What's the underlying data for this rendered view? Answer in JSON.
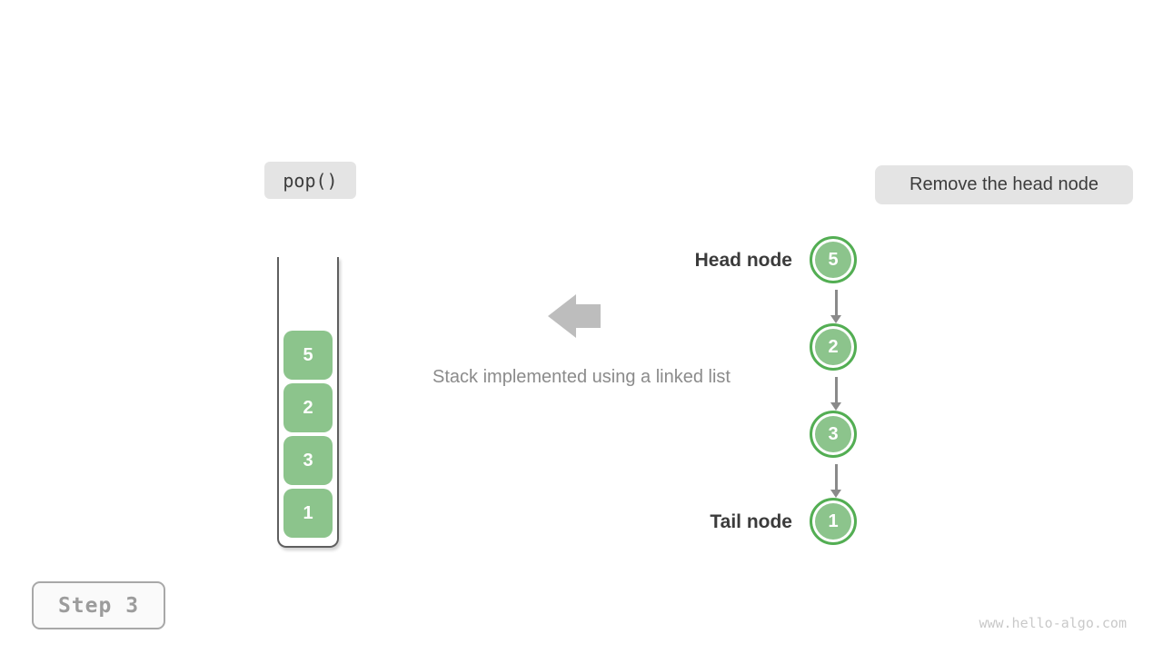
{
  "labels": {
    "operation": "pop()",
    "description": "Remove the head node",
    "caption": "Stack implemented using a linked list",
    "head_node": "Head node",
    "tail_node": "Tail node",
    "step": "Step 3",
    "watermark": "www.hello-algo.com"
  },
  "stack": {
    "items_top_to_bottom": [
      "5",
      "2",
      "3",
      "1"
    ]
  },
  "linked_list": {
    "nodes_head_to_tail": [
      "5",
      "2",
      "3",
      "1"
    ]
  },
  "icons": {
    "block_arrow": "left-block-arrow",
    "link_arrow": "down-arrow"
  },
  "colors": {
    "node_fill": "#8cc48c",
    "node_border": "#53ae53",
    "node_text": "#ffffff",
    "label_bg": "#e4e4e4",
    "dark_text": "#3c3c3c",
    "caption_text": "#8b8b8b",
    "link_arrow": "#8a8a8a",
    "block_arrow": "#bdbdbd",
    "container_border": "#5f5f5f",
    "step_text": "#9c9c9c",
    "watermark_text": "#c9c9c9"
  }
}
